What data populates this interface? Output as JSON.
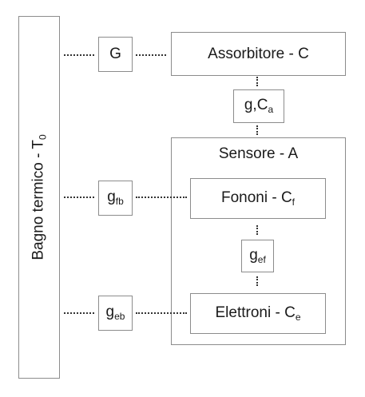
{
  "bath": {
    "text": "Bagno termico - T",
    "sub": "0"
  },
  "G": {
    "text": "G"
  },
  "absorber": {
    "text": "Assorbitore - C"
  },
  "gCa": {
    "text": "g,C",
    "sub": "a"
  },
  "sensor": {
    "text": "Sensore - A"
  },
  "phonons": {
    "text": "Fononi - C",
    "sub": "f"
  },
  "electrons": {
    "text": "Elettroni - C",
    "sub": "e"
  },
  "gfb": {
    "text": "g",
    "sub": "fb"
  },
  "gef": {
    "text": "g",
    "sub": "ef"
  },
  "geb": {
    "text": "g",
    "sub": "eb"
  }
}
